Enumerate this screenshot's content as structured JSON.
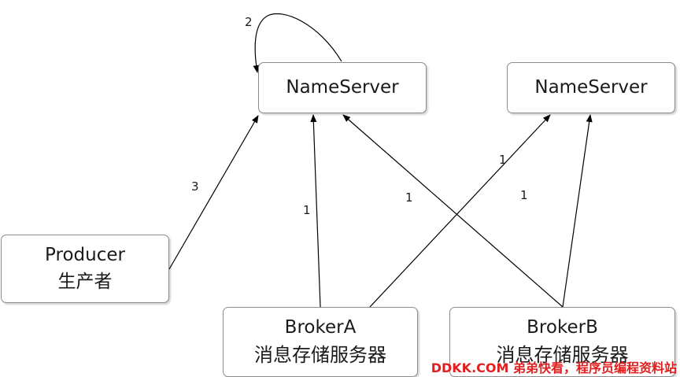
{
  "nodes": {
    "nameserver_1": {
      "label": "NameServer"
    },
    "nameserver_2": {
      "label": "NameServer"
    },
    "producer": {
      "line1": "Producer",
      "line2": "生产者"
    },
    "broker_a": {
      "line1": "BrokerA",
      "line2": "消息存储服务器"
    },
    "broker_b": {
      "line1": "BrokerB",
      "line2": "消息存储服务器"
    }
  },
  "edges": {
    "self_loop": "2",
    "producer_to_ns1": "3",
    "brokerA_to_ns1": "1",
    "brokerB_to_ns1": "1",
    "brokerA_to_ns2": "1",
    "brokerB_to_ns2": "1"
  },
  "watermark": "DDKK.COM 弟弟快看，程序员编程资料站"
}
